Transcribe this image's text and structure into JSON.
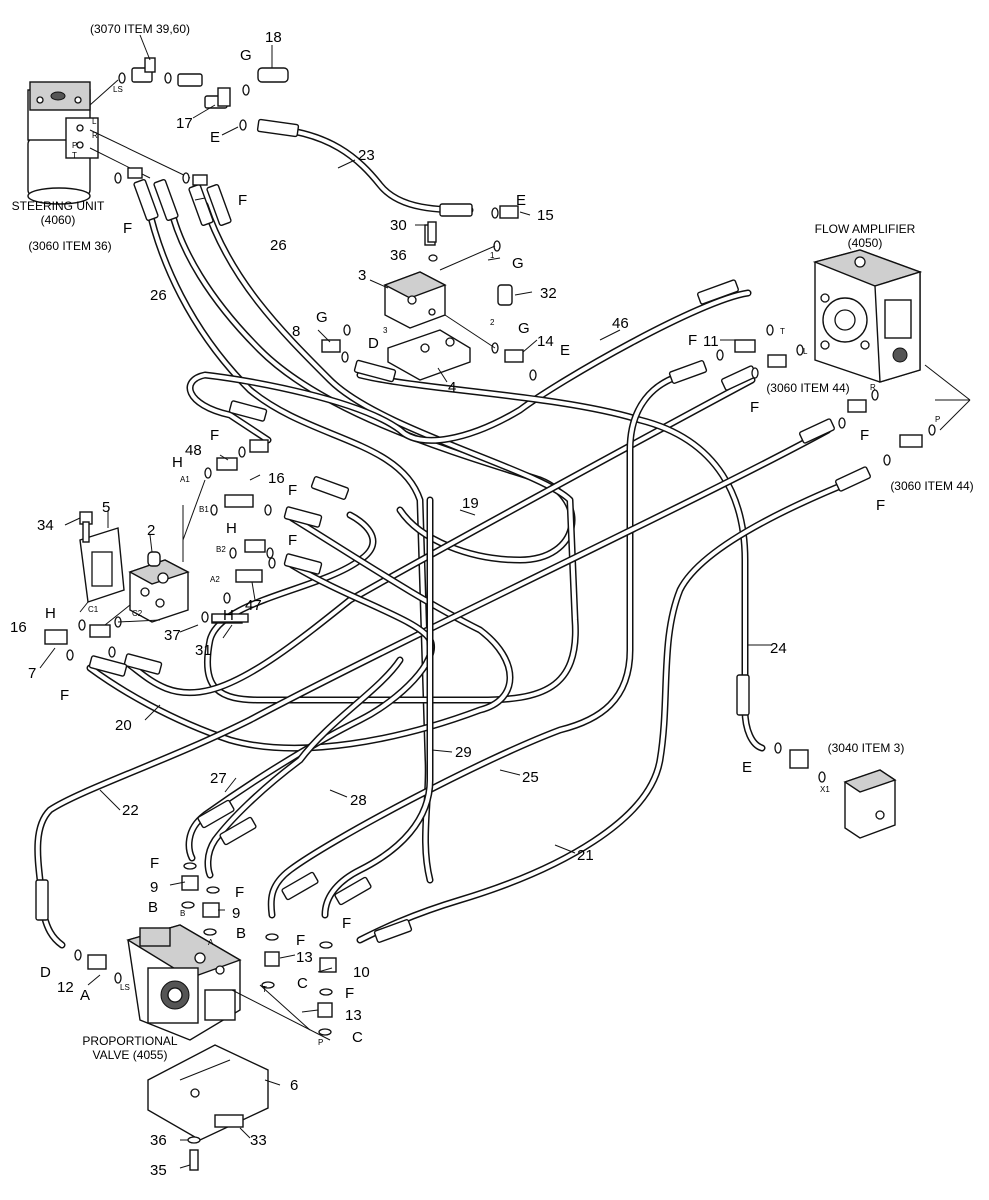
{
  "components": {
    "steering_unit": "STEERING UNIT\n(4060)",
    "flow_amplifier": "FLOW AMPLIFIER\n(4050)",
    "proportional_valve": "PROPORTIONAL\nVALVE (4055)"
  },
  "references": {
    "ref_3070": "(3070 ITEM 39,60)",
    "ref_3060_36": "(3060 ITEM 36)",
    "ref_3060_44_a": "(3060 ITEM 44)",
    "ref_3060_44_b": "(3060 ITEM 44)",
    "ref_3040": "(3040 ITEM 3)"
  },
  "callouts": {
    "n18": "18",
    "n17": "17",
    "n23": "23",
    "n15": "15",
    "n30": "30",
    "n36a": "36",
    "n3": "3",
    "n32": "32",
    "n8": "8",
    "n14": "14",
    "n4": "4",
    "n26a": "26",
    "n26b": "26",
    "n46": "46",
    "n11": "11",
    "n48": "48",
    "n16a": "16",
    "n16b": "16",
    "n2": "2",
    "n5": "5",
    "n34": "34",
    "n19": "19",
    "n47": "47",
    "n37": "37",
    "n31": "31",
    "n7": "7",
    "n20": "20",
    "n24": "24",
    "n29": "29",
    "n27": "27",
    "n28": "28",
    "n25": "25",
    "n22": "22",
    "n21": "21",
    "n9a": "9",
    "n9b": "9",
    "n13a": "13",
    "n13b": "13",
    "n10": "10",
    "n12": "12",
    "n6": "6",
    "n33": "33",
    "n36b": "36",
    "n35": "35",
    "G1": "G",
    "G2": "G",
    "G3": "G",
    "G4": "G",
    "E1": "E",
    "E2": "E",
    "E3": "E",
    "E4": "E",
    "F1": "F",
    "F2": "F",
    "F3": "F",
    "F4": "F",
    "F5": "F",
    "F6": "F",
    "F7": "F",
    "F8": "F",
    "F9": "F",
    "F10": "F",
    "F11": "F",
    "F12": "F",
    "F13": "F",
    "F14": "F",
    "F15": "F",
    "D1": "D",
    "D2": "D",
    "H1": "H",
    "H2": "H",
    "H3": "H",
    "H4": "H",
    "B1": "B",
    "B2": "B",
    "A1": "A",
    "C1": "C",
    "C2": "C"
  },
  "ports": {
    "LS": "LS",
    "L": "L",
    "R": "R",
    "P": "P",
    "T": "T",
    "fa_T": "T",
    "fa_L": "L",
    "fa_R": "R",
    "fa_P": "P",
    "A1": "A1",
    "B1": "B1",
    "B2": "B2",
    "A2": "A2",
    "C1": "C1",
    "C2": "C2",
    "b1": "1",
    "b2": "2",
    "b3": "3",
    "pv_B": "B",
    "pv_A": "A",
    "pv_T": "T",
    "pv_P": "P",
    "pv_LS": "LS",
    "X1": "X1"
  }
}
